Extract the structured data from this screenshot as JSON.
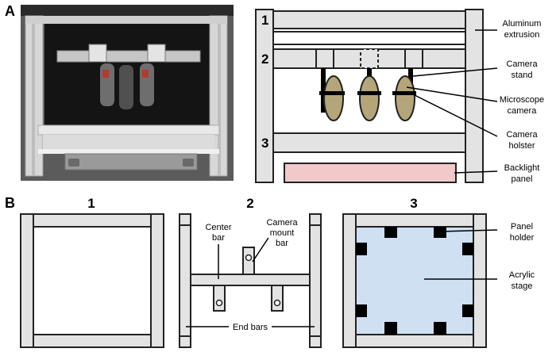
{
  "panel_labels": {
    "a": "A",
    "b": "B"
  },
  "schematic_a": {
    "levels": [
      "1",
      "2",
      "3"
    ],
    "callouts": [
      {
        "lines": [
          "Aluminum",
          "extrusion"
        ]
      },
      {
        "lines": [
          "Camera",
          "stand"
        ]
      },
      {
        "lines": [
          "Microscope",
          "camera"
        ]
      },
      {
        "lines": [
          "Camera",
          "holster"
        ]
      },
      {
        "lines": [
          "Backlight",
          "panel"
        ]
      }
    ]
  },
  "schematic_b": {
    "titles": [
      "1",
      "2",
      "3"
    ],
    "labels": {
      "center_bar": [
        "Center",
        "bar"
      ],
      "camera_mount_bar": [
        "Camera",
        "mount",
        "bar"
      ],
      "end_bars": "End bars",
      "panel_holder": [
        "Panel",
        "holder"
      ],
      "acrylic_stage": [
        "Acrylic",
        "stage"
      ]
    }
  },
  "colors": {
    "frame_gray": "#e3e3e3",
    "outline": "#222222",
    "camera_tan": "#b5a57a",
    "backlight_pink": "#f2c9c9",
    "acrylic_blue": "#cfe0f3"
  }
}
